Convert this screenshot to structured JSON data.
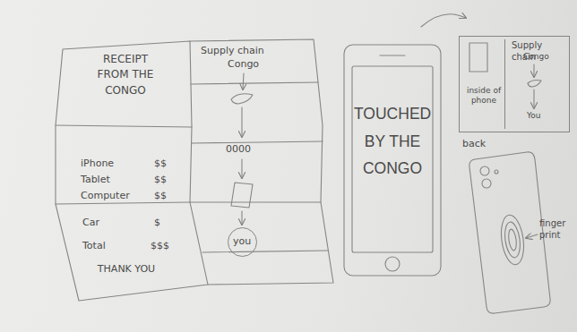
{
  "diagram": {
    "nodes": [
      {
        "text": [
          "RECEIPT FROM THE CONGO",
          "THANK YOU"
        ]
      },
      {
        "text": [
          "Supply chain"
        ]
      },
      {
        "text": [
          "you"
        ],
        "in": 1
      },
      {
        "text": [
          "TOUCHED BY THE CONGO"
        ]
      },
      {
        "text": [
          "Supply chain"
        ]
      },
      {
        "text": [
          "inside of phone"
        ],
        "in": 4
      },
      {
        "text": [
          "back"
        ]
      }
    ],
    "labels": [
      "iPhone",
      "$$",
      "Tablet",
      "$$",
      "Computer",
      "$$",
      "Car",
      "$",
      "Total",
      "$$$",
      "Congo",
      "0000",
      "Congo",
      "You",
      "finger print"
    ]
  }
}
